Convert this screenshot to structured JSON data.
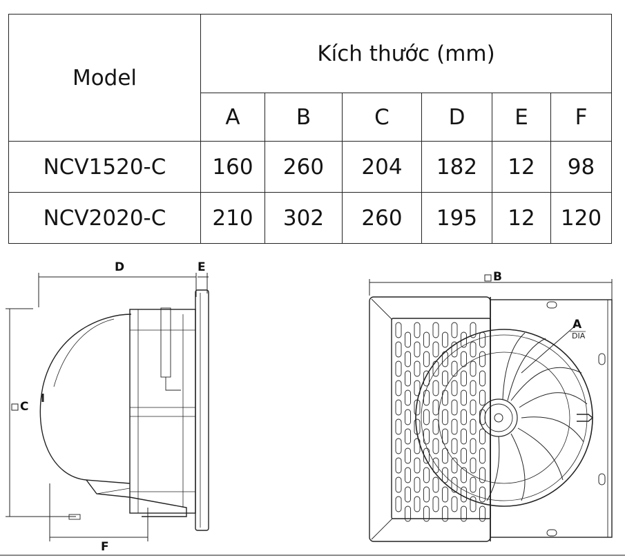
{
  "table": {
    "model_header": "Model",
    "group_header": "Kích thước (mm)",
    "columns": [
      "A",
      "B",
      "C",
      "D",
      "E",
      "F"
    ],
    "rows": [
      {
        "model": "NCV1520-C",
        "values": [
          "160",
          "260",
          "204",
          "182",
          "12",
          "98"
        ]
      },
      {
        "model": "NCV2020-C",
        "values": [
          "210",
          "302",
          "260",
          "195",
          "12",
          "120"
        ]
      }
    ]
  },
  "side_view": {
    "dim_d": "D",
    "dim_e": "E",
    "dim_c": "C",
    "dim_f": "F"
  },
  "front_view": {
    "dim_b": "B",
    "dim_a": "A",
    "dia_label": "DIA"
  }
}
